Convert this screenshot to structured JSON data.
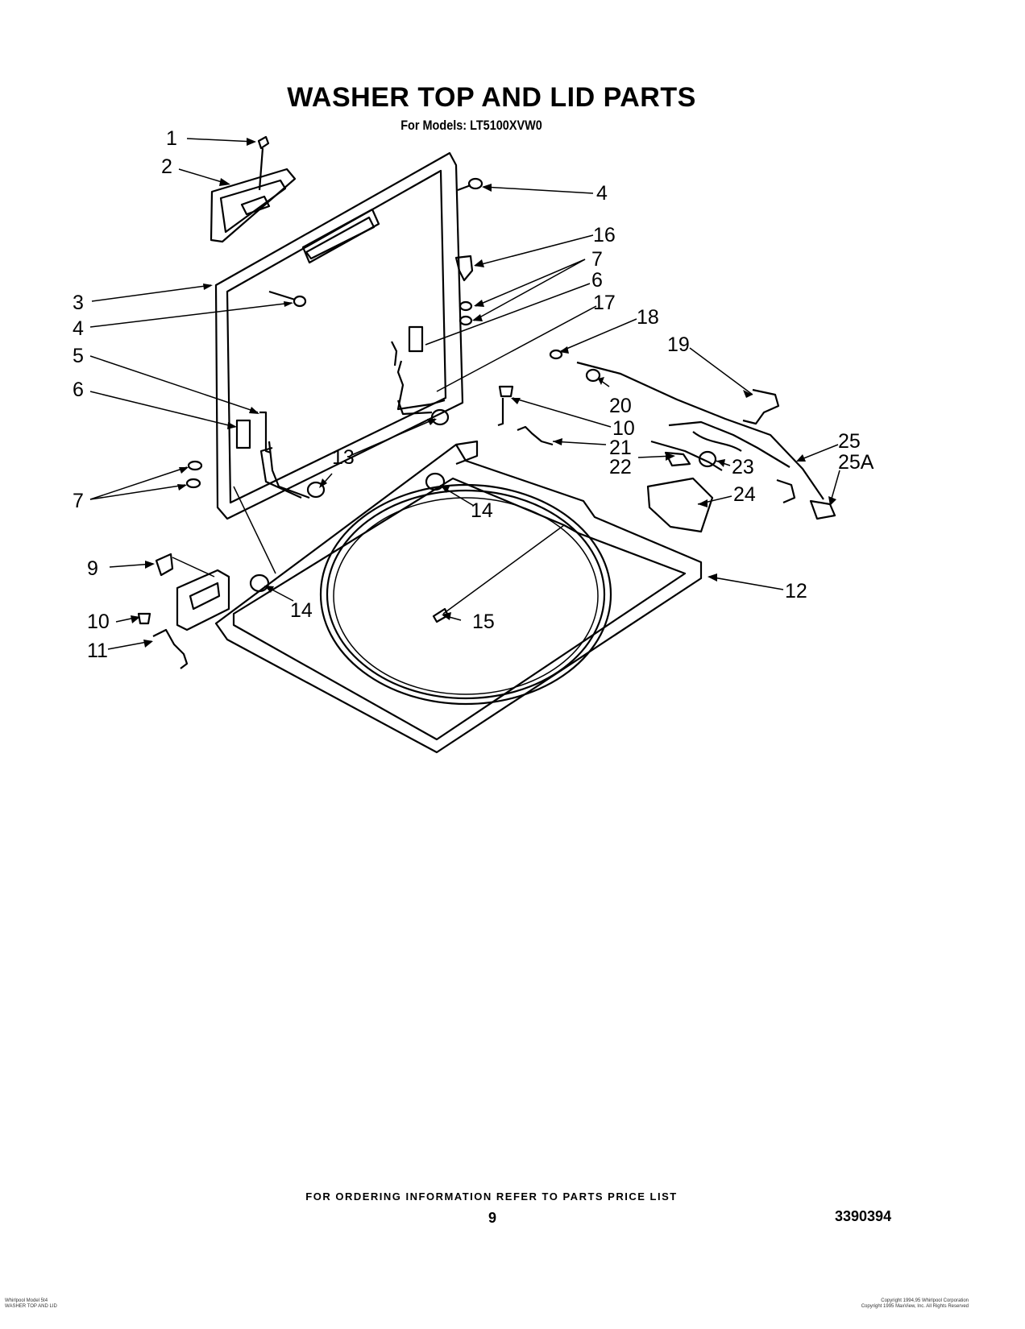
{
  "title": "WASHER TOP AND LID PARTS",
  "subtitle": "For Models: LT5100XVW0",
  "callouts": [
    "1",
    "2",
    "3",
    "4",
    "4",
    "5",
    "6",
    "6",
    "7",
    "7",
    "16",
    "17",
    "18",
    "19",
    "20",
    "10",
    "21",
    "22",
    "23",
    "24",
    "25",
    "25A",
    "13",
    "14",
    "14",
    "9",
    "10",
    "11",
    "12",
    "15"
  ],
  "footer": "FOR ORDERING INFORMATION REFER TO PARTS PRICE LIST",
  "page_number": "9",
  "document_number": "3390394",
  "fine_print_left": [
    "Whirlpool Model 5t4",
    "WASHER TOP AND LID"
  ],
  "fine_print_right": [
    "Copyright 1994,95 Whirlpool Corporation",
    "Copyright 1995 MaxView, Inc. All Rights Reserved"
  ]
}
